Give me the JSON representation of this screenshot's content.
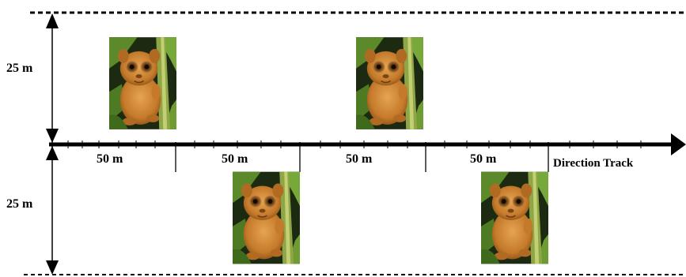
{
  "distances": {
    "top_width": "25 m",
    "bottom_width": "25 m",
    "segments": [
      "50 m",
      "50 m",
      "50 m",
      "50 m"
    ]
  },
  "track": {
    "label": "Direction Track"
  },
  "animal_photo": {
    "subject": "tarsier",
    "count": 4
  }
}
